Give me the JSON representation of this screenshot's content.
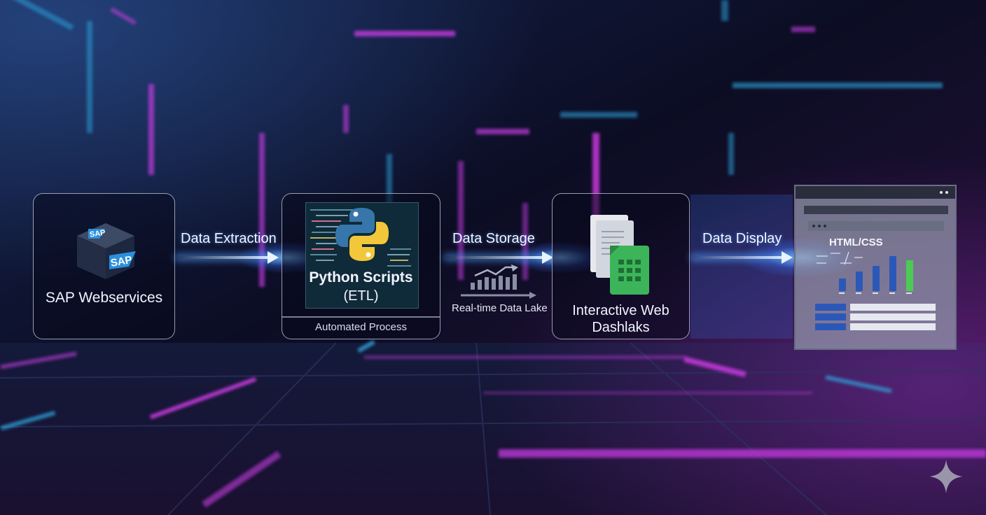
{
  "nodes": {
    "sap": {
      "label": "SAP Webservices",
      "logo_text": "SAP"
    },
    "python": {
      "label_line1": "Python Scripts",
      "label_line2": "(ETL)",
      "footer": "Automated Process"
    },
    "dashboards": {
      "label_line1": "Interactive Web",
      "label_line2": "Dashlaks"
    },
    "display": {
      "title": "HTML/CSS"
    }
  },
  "connectors": {
    "extraction": "Data Extraction",
    "storage": "Data Storage",
    "storage_sub": "Real-time Data Lake",
    "display": "Data Display"
  },
  "colors": {
    "background": "#0a0b1e",
    "neon_magenta": "#d23ce6",
    "neon_cyan": "#2ea8e0",
    "arrow_glow": "#5aa8ff",
    "python_blue": "#3776ab",
    "python_yellow": "#f3c73a",
    "sheet_green": "#3cb55a",
    "chart_bar_blue": "#2b58b8",
    "chart_bar_green": "#4ccb52"
  },
  "icons": [
    "sap-cube-icon",
    "python-logo-icon",
    "spreadsheet-icon",
    "rising-chart-icon",
    "browser-window-icon",
    "sparkle-icon"
  ]
}
